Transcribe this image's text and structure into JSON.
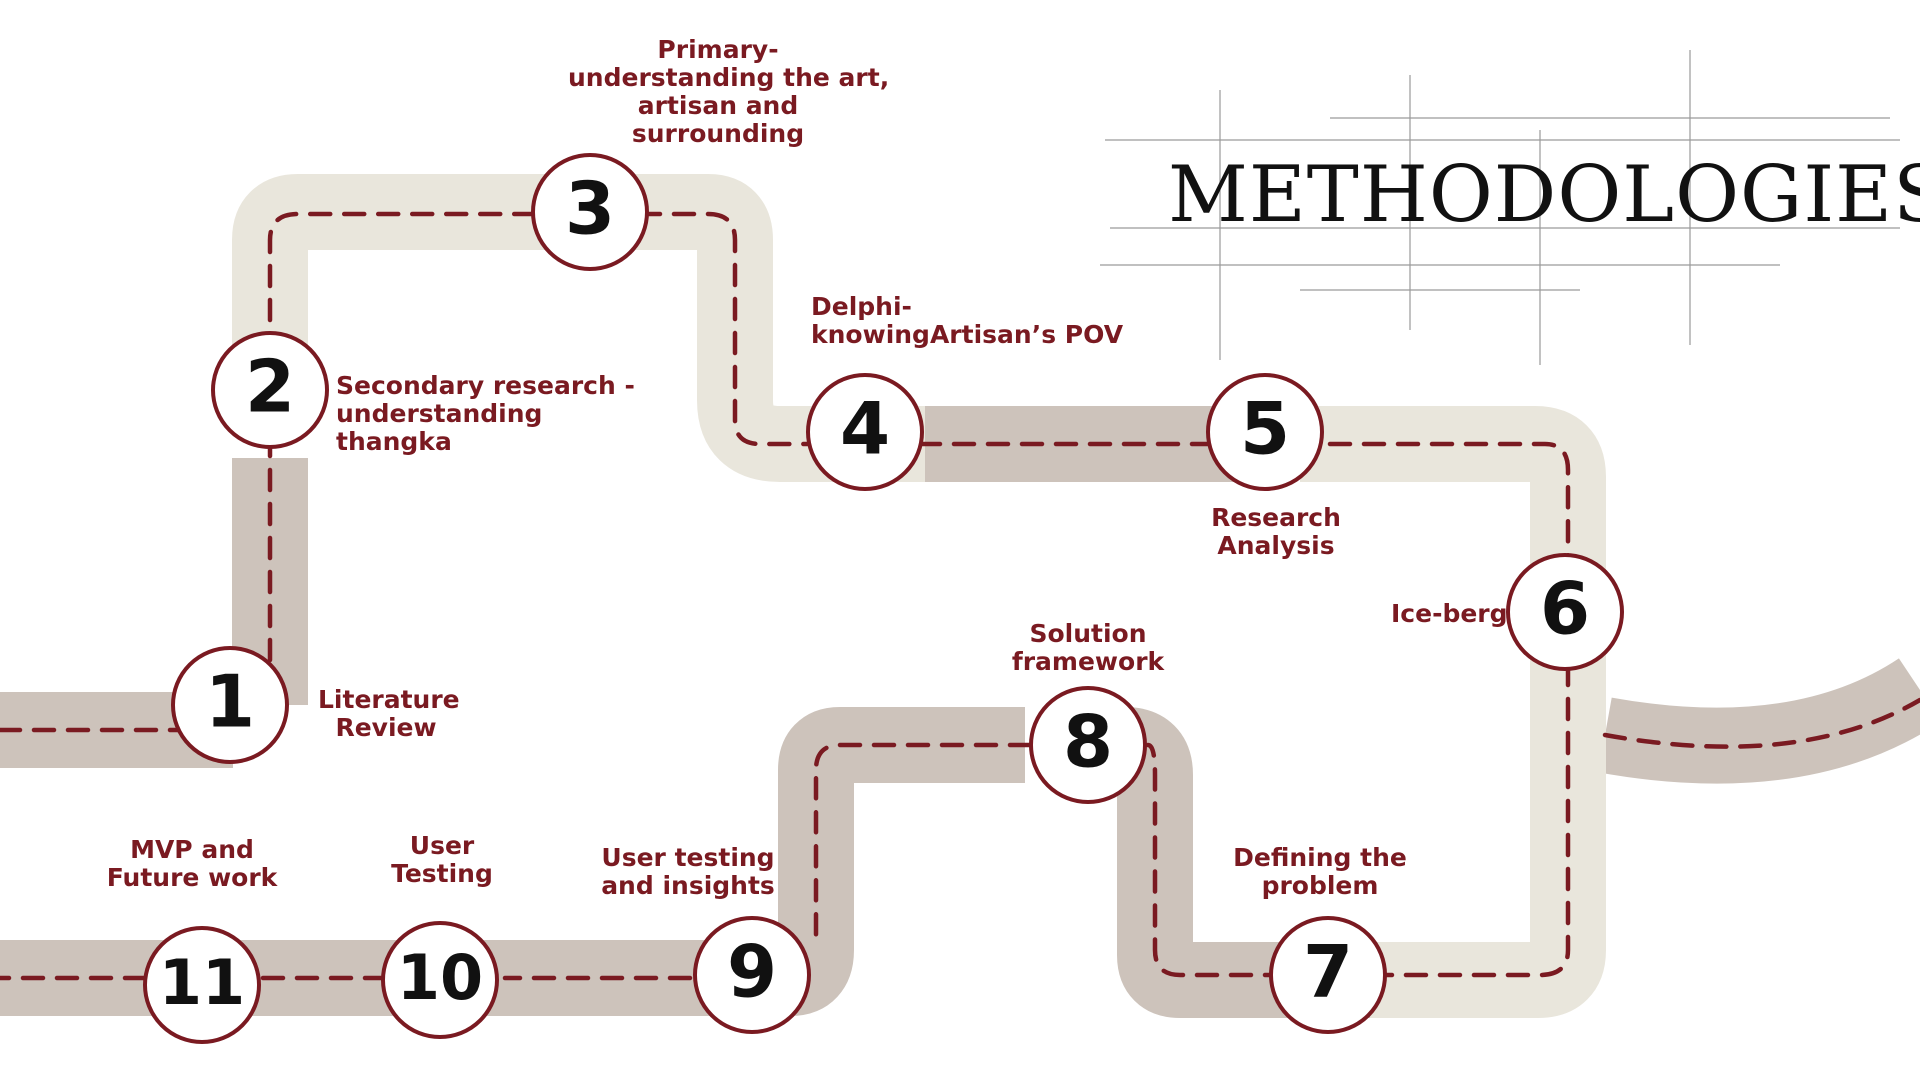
{
  "title": "METHODOLOGIES",
  "colors": {
    "road_light": "#e9e6dc",
    "road_dark": "#cdc3bb",
    "dash": "#7a1a21",
    "circle_border": "#7a1a21",
    "label": "#7a1a21"
  },
  "steps": [
    {
      "number": "1",
      "label_lines": [
        "Literature",
        "Review"
      ]
    },
    {
      "number": "2",
      "label_lines": [
        "Secondary research -",
        "understanding",
        "thangka"
      ]
    },
    {
      "number": "3",
      "label_lines": [
        "Primary-",
        "understanding the art,",
        "artisan and",
        "surrounding"
      ]
    },
    {
      "number": "4",
      "label_lines": [
        "Delphi-",
        "knowingArtisan’s POV"
      ]
    },
    {
      "number": "5",
      "label_lines": [
        "Research",
        "Analysis"
      ]
    },
    {
      "number": "6",
      "label_lines": [
        "Ice-berg"
      ]
    },
    {
      "number": "7",
      "label_lines": [
        "Defining the",
        "problem"
      ]
    },
    {
      "number": "8",
      "label_lines": [
        "Solution",
        "framework"
      ]
    },
    {
      "number": "9",
      "label_lines": [
        "User testing",
        "and insights"
      ]
    },
    {
      "number": "10",
      "label_lines": [
        "User",
        "Testing"
      ]
    },
    {
      "number": "11",
      "label_lines": [
        "MVP and",
        "Future work"
      ]
    }
  ]
}
